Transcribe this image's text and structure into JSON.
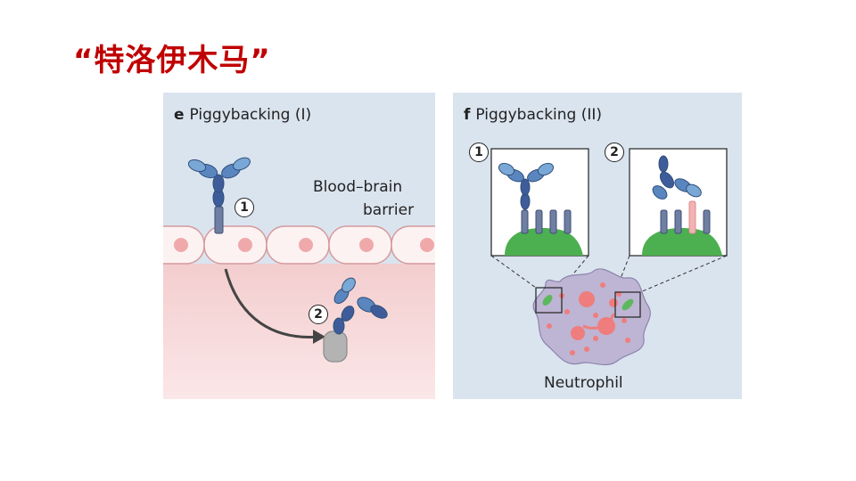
{
  "slide": {
    "title": "“特洛伊木马”"
  },
  "panel_e": {
    "letter": "e",
    "title": "Piggybacking (I)",
    "barrier_label_line1": "Blood–brain",
    "barrier_label_line2": "barrier",
    "step1": "1",
    "step2": "2"
  },
  "panel_f": {
    "letter": "f",
    "title": "Piggybacking (II)",
    "step1": "1",
    "step2": "2",
    "cell_label": "Neutrophil"
  },
  "colors": {
    "title_red": "#c00000",
    "panel_bg": "#dae4ef",
    "tissue_pink": "#f1c7c9",
    "antibody_blue": "#4f77a8",
    "receptor_green": "#5cb85c",
    "neutrophil_purple": "#b9b2cf"
  }
}
